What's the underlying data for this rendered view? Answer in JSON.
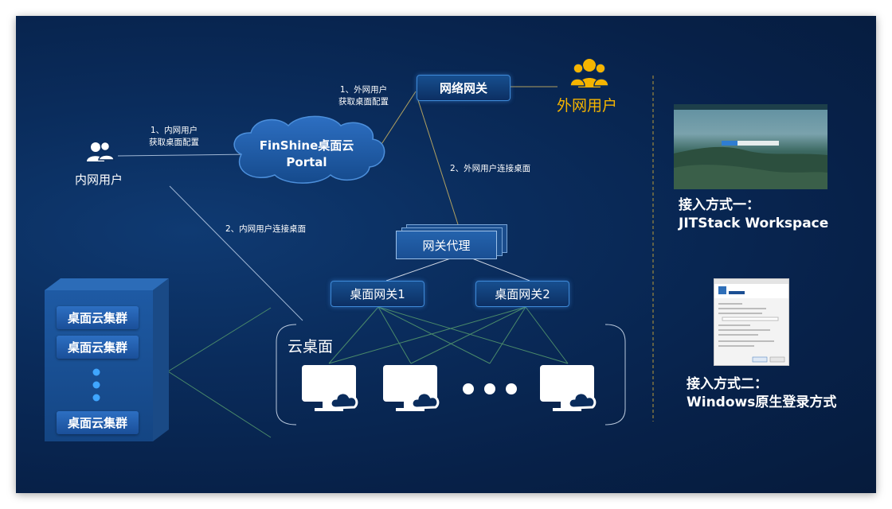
{
  "diagram": {
    "internal_user": {
      "label": "内网用户",
      "icon": "users-icon"
    },
    "external_user": {
      "label": "外网用户",
      "icon": "users-icon",
      "color": "#f5b400"
    },
    "portal": {
      "line1": "FinShine桌面云",
      "line2": "Portal"
    },
    "network_gateway": {
      "label": "网络网关"
    },
    "gateway_proxy": {
      "label": "网关代理"
    },
    "desktop_gateway_1": {
      "label": "桌面网关1"
    },
    "desktop_gateway_2": {
      "label": "桌面网关2"
    },
    "cloud_desktop": {
      "label": "云桌面",
      "icon": "monitor-cloud-icon"
    },
    "cluster": {
      "items": [
        "桌面云集群",
        "桌面云集群",
        "桌面云集群"
      ]
    },
    "annotations": {
      "internal_get_line1": "1、内网用户",
      "internal_get_line2": "获取桌面配置",
      "internal_connect": "2、内网用户连接桌面",
      "external_get_line1": "1、外网用户",
      "external_get_line2": "获取桌面配置",
      "external_connect": "2、外网用户连接桌面"
    }
  },
  "access_methods": {
    "method1": {
      "line1": "接入方式一：",
      "line2": "JITStack Workspace"
    },
    "method2": {
      "line1": "接入方式二：",
      "line2": "Windows原生登录方式"
    }
  },
  "colors": {
    "background": "#0a2c5c",
    "accent": "#3f8ad8",
    "highlight": "#f5b400",
    "connector_green": "#4a8a6a"
  }
}
